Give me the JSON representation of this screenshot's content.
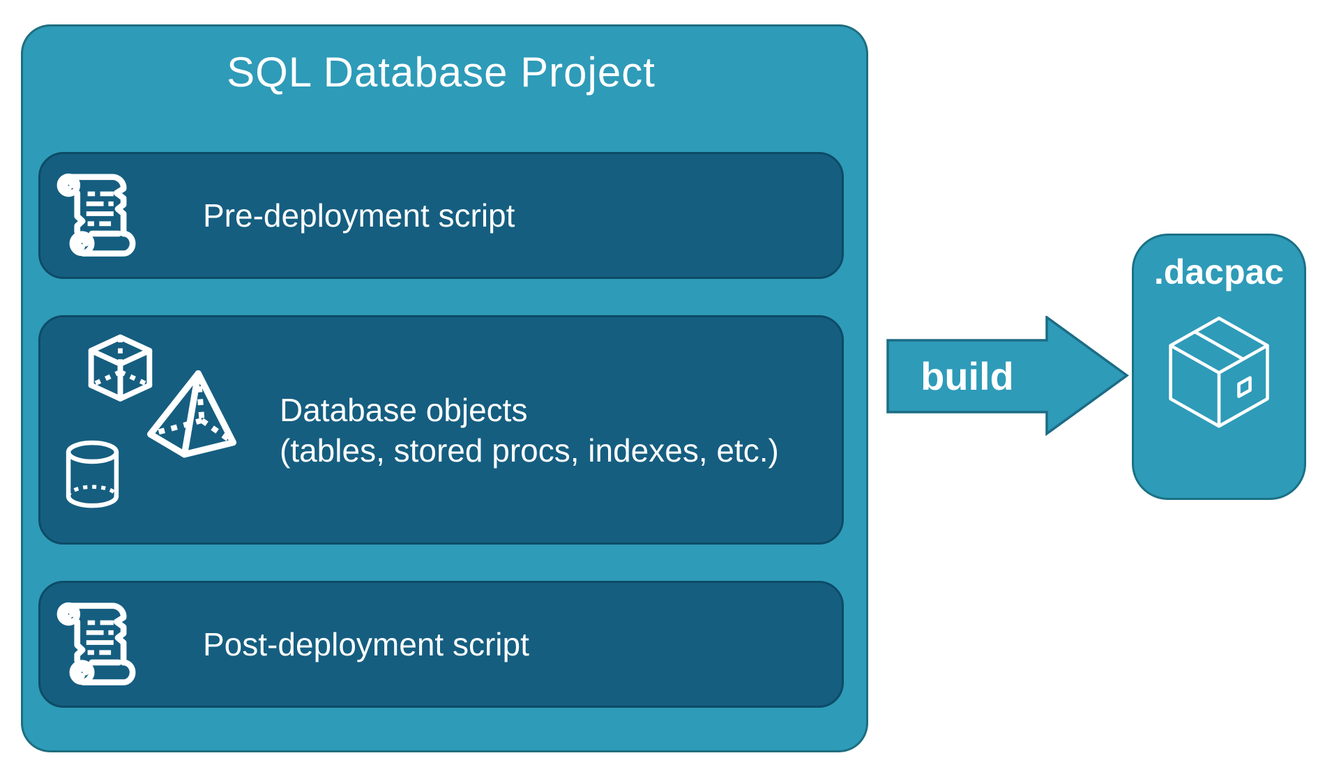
{
  "colors": {
    "teal": "#2E9BB8",
    "teal_border": "#1E6E80",
    "dark_panel": "#155E80",
    "dark_panel_border": "#0D4B66",
    "arrow_border": "#1C6C86",
    "text": "#FFFFFF",
    "background": "#FFFFFF"
  },
  "project": {
    "title": "SQL Database Project",
    "items": [
      {
        "label": "Pre-deployment script",
        "icon": "scroll-icon"
      },
      {
        "label": "Database objects",
        "sublabel": "(tables, stored procs, indexes, etc.)",
        "icons": [
          "cube-icon",
          "pyramid-icon",
          "cylinder-icon"
        ]
      },
      {
        "label": "Post-deployment script",
        "icon": "scroll-icon"
      }
    ]
  },
  "arrow": {
    "label": "build"
  },
  "output": {
    "label": ".dacpac",
    "icon": "package-icon"
  }
}
